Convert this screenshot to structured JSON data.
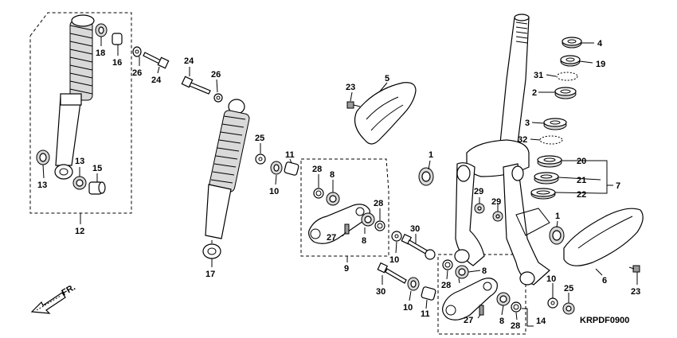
{
  "diagram_code": "KRPDF0900",
  "direction_label": "FR.",
  "callouts": [
    {
      "id": "c-4",
      "text": "4"
    },
    {
      "id": "c-19",
      "text": "19"
    },
    {
      "id": "c-31",
      "text": "31"
    },
    {
      "id": "c-2",
      "text": "2"
    },
    {
      "id": "c-3",
      "text": "3"
    },
    {
      "id": "c-32",
      "text": "32"
    },
    {
      "id": "c-20",
      "text": "20"
    },
    {
      "id": "c-21",
      "text": "21"
    },
    {
      "id": "c-22",
      "text": "22"
    },
    {
      "id": "c-7",
      "text": "7"
    },
    {
      "id": "c-1a",
      "text": "1"
    },
    {
      "id": "c-1b",
      "text": "1"
    },
    {
      "id": "c-5",
      "text": "5"
    },
    {
      "id": "c-23a",
      "text": "23"
    },
    {
      "id": "c-23b",
      "text": "23"
    },
    {
      "id": "c-6",
      "text": "6"
    },
    {
      "id": "c-29a",
      "text": "29"
    },
    {
      "id": "c-29b",
      "text": "29"
    },
    {
      "id": "c-25a",
      "text": "25"
    },
    {
      "id": "c-25b",
      "text": "25"
    },
    {
      "id": "c-11a",
      "text": "11"
    },
    {
      "id": "c-11b",
      "text": "11"
    },
    {
      "id": "c-10a",
      "text": "10"
    },
    {
      "id": "c-10b",
      "text": "10"
    },
    {
      "id": "c-10c",
      "text": "10"
    },
    {
      "id": "c-10d",
      "text": "10"
    },
    {
      "id": "c-28a",
      "text": "28"
    },
    {
      "id": "c-28b",
      "text": "28"
    },
    {
      "id": "c-28c",
      "text": "28"
    },
    {
      "id": "c-28d",
      "text": "28"
    },
    {
      "id": "c-8a",
      "text": "8"
    },
    {
      "id": "c-8b",
      "text": "8"
    },
    {
      "id": "c-8c",
      "text": "8"
    },
    {
      "id": "c-8d",
      "text": "8"
    },
    {
      "id": "c-27a",
      "text": "27"
    },
    {
      "id": "c-27b",
      "text": "27"
    },
    {
      "id": "c-9",
      "text": "9"
    },
    {
      "id": "c-30a",
      "text": "30"
    },
    {
      "id": "c-30b",
      "text": "30"
    },
    {
      "id": "c-14",
      "text": "14"
    },
    {
      "id": "c-17",
      "text": "17"
    },
    {
      "id": "c-24a",
      "text": "24"
    },
    {
      "id": "c-24b",
      "text": "24"
    },
    {
      "id": "c-26a",
      "text": "26"
    },
    {
      "id": "c-26b",
      "text": "26"
    },
    {
      "id": "c-18",
      "text": "18"
    },
    {
      "id": "c-16",
      "text": "16"
    },
    {
      "id": "c-13a",
      "text": "13"
    },
    {
      "id": "c-13b",
      "text": "13"
    },
    {
      "id": "c-15",
      "text": "15"
    },
    {
      "id": "c-12",
      "text": "12"
    }
  ]
}
